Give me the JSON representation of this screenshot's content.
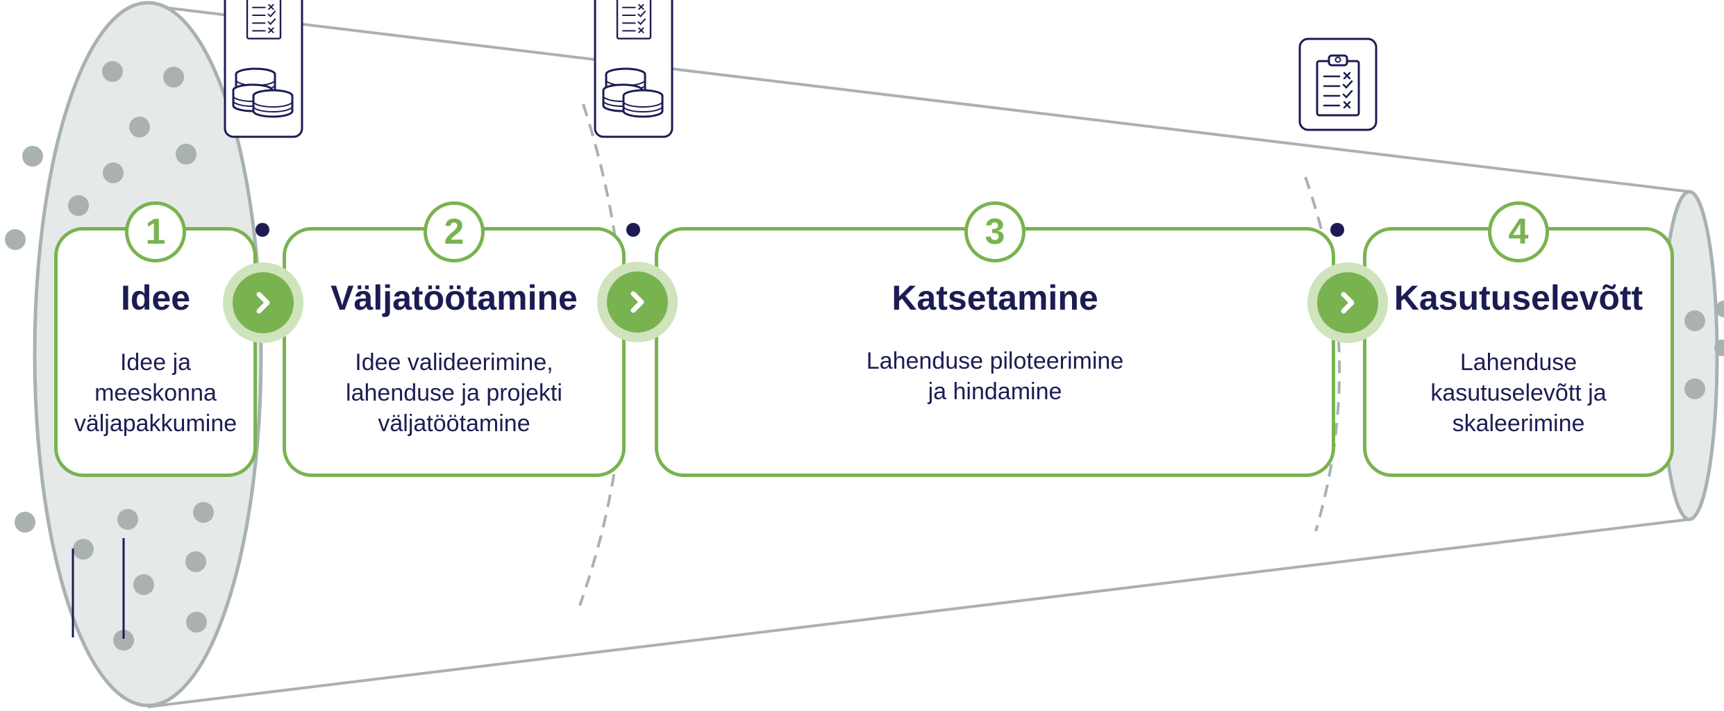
{
  "colors": {
    "green": "#79b350",
    "green_light": "#cfe3bd",
    "navy": "#1c1c54",
    "funnel_fill": "#e6e9ea",
    "funnel_stroke": "#a9b1b1",
    "dot": "#a9b1b1"
  },
  "stages": [
    {
      "number": "1",
      "title": "Idee",
      "description": "Idee ja\nmeeskonna\nväljapakkumine"
    },
    {
      "number": "2",
      "title": "Väljatöötamine",
      "description": "Idee valideerimine,\nlahenduse ja projekti\nväljatöötamine"
    },
    {
      "number": "3",
      "title": "Katsetamine",
      "description": "Lahenduse piloteerimine\nja hindamine"
    },
    {
      "number": "4",
      "title": "Kasutuselevõtt",
      "description": "Lahenduse\nkasutuselevõtt ja\nskaleerimine"
    }
  ],
  "icons": {
    "checklist": "clipboard-checklist-icon",
    "coins": "coins-stack-icon",
    "next": "chevron-right-icon"
  }
}
